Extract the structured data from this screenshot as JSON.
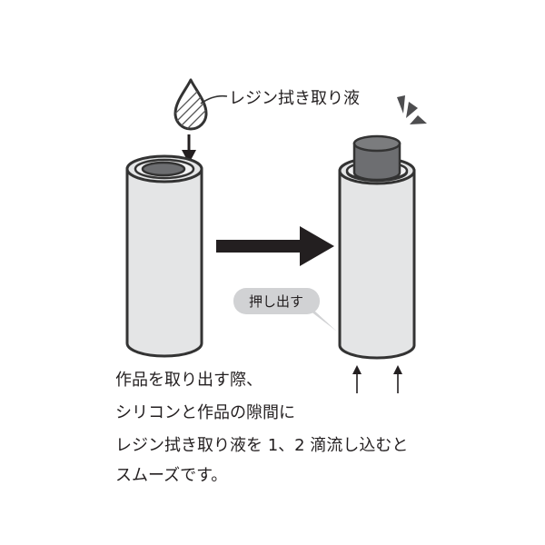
{
  "labels": {
    "drop_label": "レジン拭き取り液",
    "push_label": "押し出す"
  },
  "caption": {
    "lines": [
      "作品を取り出す際、",
      "シリコンと作品の隙間に",
      "レジン拭き取り液を 1、2 滴流し込むと",
      "スムーズです。"
    ]
  },
  "colors": {
    "outline": "#333333",
    "tube_fill": "#e4e5e6",
    "piece_fill": "#6d6e71",
    "bubble_fill": "#d1d2d4",
    "arrow": "#231f20"
  }
}
